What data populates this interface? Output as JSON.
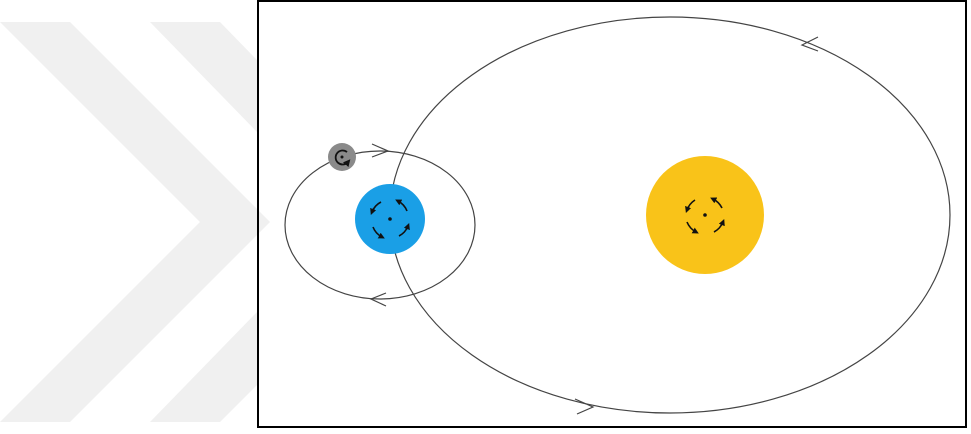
{
  "diagram": {
    "description_visible_text": "",
    "colors": {
      "watermark": "#eeeeee",
      "frame": "#000000",
      "orbit_line": "#444444",
      "sun": "#f9c319",
      "earth": "#1a9fe6",
      "moon": "#8a8a8a",
      "rotation_arrow": "#111111"
    },
    "bodies": [
      {
        "id": "sun",
        "icon": "sun-circle-icon"
      },
      {
        "id": "earth",
        "icon": "earth-circle-icon"
      },
      {
        "id": "moon",
        "icon": "moon-circle-icon"
      }
    ],
    "orbits": [
      {
        "id": "earth-orbit",
        "around": "sun",
        "direction": "counter-clockwise"
      },
      {
        "id": "moon-orbit",
        "around": "earth",
        "direction": "clockwise"
      }
    ]
  }
}
